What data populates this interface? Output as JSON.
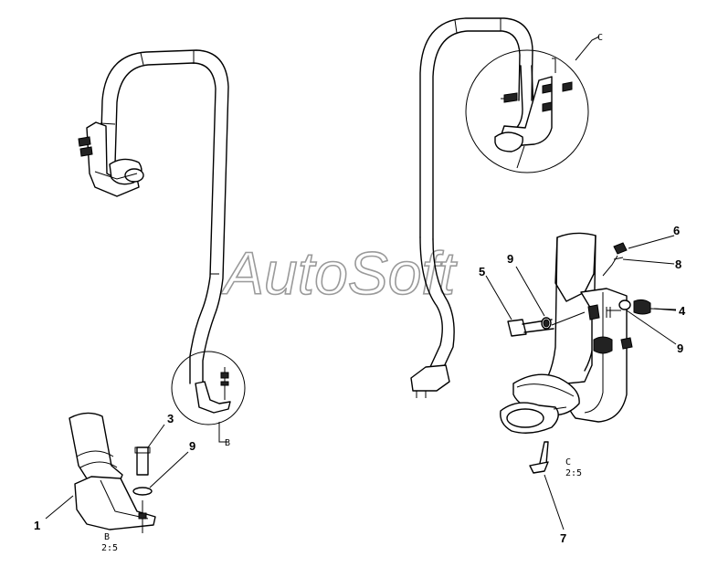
{
  "watermark": "AutoSoft",
  "callouts": {
    "c1": "1",
    "c3": "3",
    "c9_left": "9",
    "c5": "5",
    "c9_mid": "9",
    "c6": "6",
    "c8": "8",
    "c4": "4",
    "c9_right": "9",
    "c7": "7"
  },
  "view_labels": {
    "b_letter": "B",
    "b_scale": "2:5",
    "b_ref": "B",
    "c_letter": "C",
    "c_scale": "2:5",
    "c_ref": "C"
  }
}
